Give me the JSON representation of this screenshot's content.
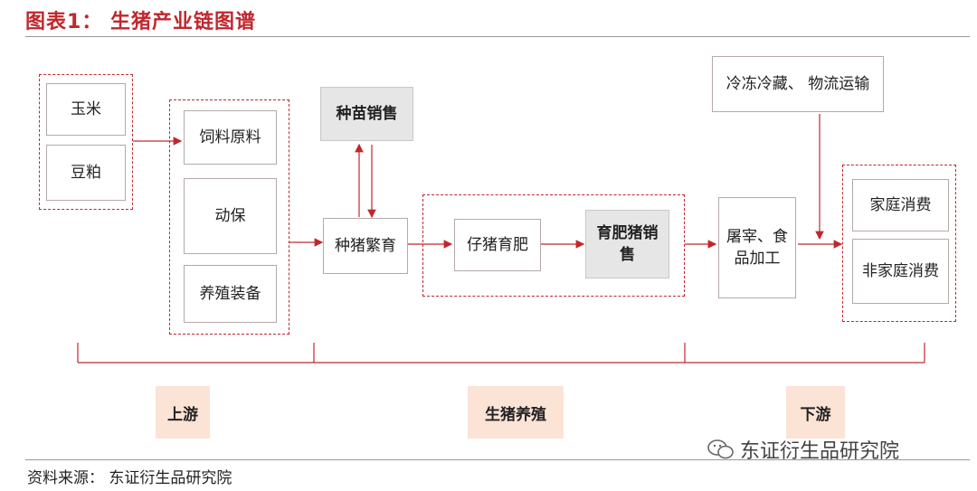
{
  "title": "图表1： 生猪产业链图谱",
  "nodes": {
    "corn": "玉米",
    "soymeal": "豆粕",
    "feed": "饲料原料",
    "animal_health": "动保",
    "equipment": "养殖装备",
    "breeding_sales": "种苗销售",
    "breeding": "种猪繁育",
    "piglet": "仔猪育肥",
    "fattening_sales": "育肥猪销售",
    "slaughter": "屠宰、食品加工",
    "cold_chain": "冷冻冷藏、 物流运输",
    "home": "家庭消费",
    "non_home": "非家庭消费"
  },
  "stages": {
    "upstream": "上游",
    "midstream": "生猪养殖",
    "downstream": "下游"
  },
  "source": "资料来源： 东证衍生品研究院",
  "watermark": "东证衍生品研究院"
}
